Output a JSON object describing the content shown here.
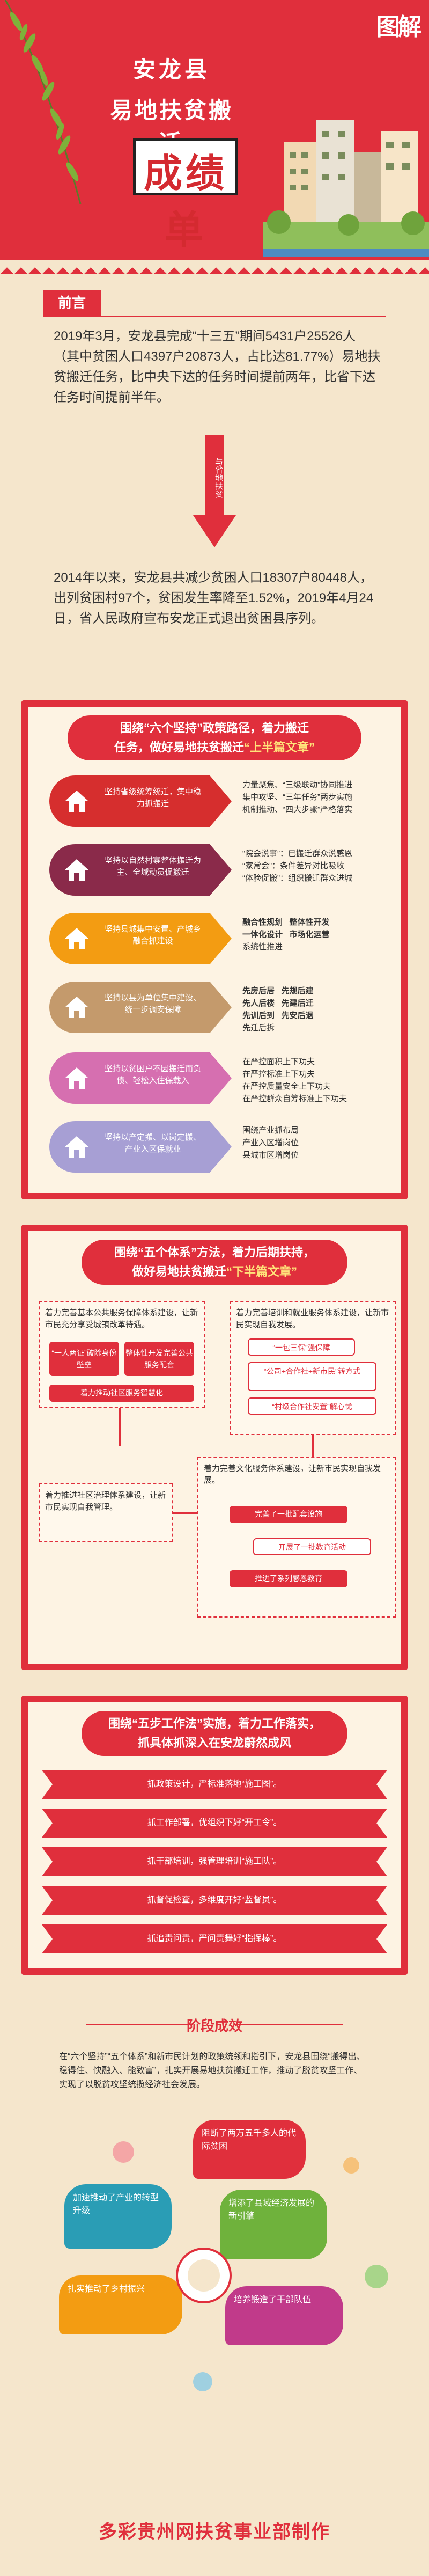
{
  "header": {
    "badge": "图解",
    "title_line1": "安龙县",
    "title_line2": "易地扶贫搬迁",
    "title_main": "成绩单"
  },
  "preface": {
    "tag": "前言",
    "para1": "2019年3月，安龙县完成“十三五”期间5431户25526人（其中贫困人口4397户20873人，占比达81.77%）易地扶贫搬迁任务，比中央下达的任务时间提前两年，比省下达任务时间提前半年。",
    "arrow_text": "与省地扶贫",
    "para2": "2014年以来，安龙县共减少贫困人口18307户80448人，出列贫困村97个，贫困发生率降至1.52%，2019年4月24日，省人民政府宣布安龙正式退出贫困县序列。"
  },
  "section2": {
    "head_line1": "围绕“六个坚持”政策路径，着力搬迁",
    "head_line2a": "任务，做好易地扶贫搬迁",
    "head_line2b": "“上半篇文章”",
    "rows": [
      {
        "text": "坚持省级统筹统迁，集中稳力抓搬迁",
        "items": [
          "力量聚焦、“三级联动”协同推进",
          "集中攻坚、“三年任务”两步实施",
          "机制推动、“四大步骤”严格落实"
        ]
      },
      {
        "text": "坚持以自然村寨整体搬迁为主、全域动员促搬迁",
        "items": [
          "“院会说事”：已搬迁群众说感恩",
          "“家常会”：条件差异对比吸收",
          "“体验促搬”：组织搬迁群众进城"
        ]
      },
      {
        "text": "坚持县城集中安置、产城乡融合抓建设",
        "items": [
          "融合性规划",
          "整体性开发",
          "一体化设计",
          "市场化运营",
          "系统性推进"
        ]
      },
      {
        "text": "坚持以县为单位集中建设、统一步调安保障",
        "items": [
          "先房后居",
          "先规后建",
          "先人后楼",
          "先建后迁",
          "先训后到",
          "先安后退",
          "先迁后拆"
        ]
      },
      {
        "text": "坚持以贫困户不因搬迁而负债、轻松入住保载入",
        "items": [
          "在严控面积上下功夫",
          "在严控标准上下功夫",
          "在严控质量安全上下功夫",
          "在严控群众自筹标准上下功夫"
        ]
      },
      {
        "text": "坚持以产定搬、以岗定搬、产业入区保就业",
        "items": [
          "围绕产业抓布局",
          "产业入区增岗位",
          "县城市区增岗位"
        ]
      }
    ]
  },
  "section3": {
    "head_line1": "围绕“五个体系”方法，着力后期扶持，",
    "head_line2a": "做好易地扶贫搬迁",
    "head_line2b": "“下半篇文章”",
    "box1_text": "着力完善基本公共服务保障体系建设，让新市民充分享受城镇改革待遇。",
    "box1_pills": [
      "“一人两证”破除身份壁垒",
      "整体性开发完善公共服务配套"
    ],
    "box1_bottom": "着力推动社区服务智慧化",
    "box2_text": "着力完善培训和就业服务体系建设，让新市民实现自我发展。",
    "box2_pills": [
      "“一包三保”强保障",
      "“公司+合作社+新市民”转方式",
      "“村级合作社安置”解心忧"
    ],
    "box3_text": "着力完善文化服务体系建设，让新市民实现自我发展。",
    "box3_pills": [
      "完善了一批配套设施",
      "开展了一批教育活动",
      "推进了系列感恩教育"
    ],
    "box4_text": "着力推进社区治理体系建设，让新市民实现自我管理。"
  },
  "section4": {
    "head_line1": "围绕“五步工作法”实施，着力工作落实，",
    "head_line2": "抓具体抓深入在安龙蔚然成风",
    "banners": [
      "抓政策设计，严标准落地“施工图”。",
      "抓工作部署，优组织下好“开工令”。",
      "抓干部培训，强管理培训“施工队”。",
      "抓督促检查，多维度开好“监督员”。",
      "抓追责问责，严问责舞好“指挥棒”。"
    ]
  },
  "section5": {
    "title": "阶段成效",
    "para": "在“六个坚持”“五个体系”和新市民计划的政策统领和指引下，安龙县围绕“搬得出、稳得住、快融入、能致富”，扎实开展易地扶贫搬迁工作，推动了脱贫攻坚工作、实现了以脱贫攻坚统揽经济社会发展。",
    "bubbles": [
      "阻断了两万五千多人的代际贫困",
      "加速推动了产业的转型升级",
      "增添了县域经济发展的新引擎",
      "扎实推动了乡村振兴",
      "培养锻造了干部队伍"
    ]
  },
  "footer": "多彩贵州网扶贫事业部制作",
  "colors": {
    "accent": "#e02f3c",
    "background": "#f5e6cc"
  }
}
